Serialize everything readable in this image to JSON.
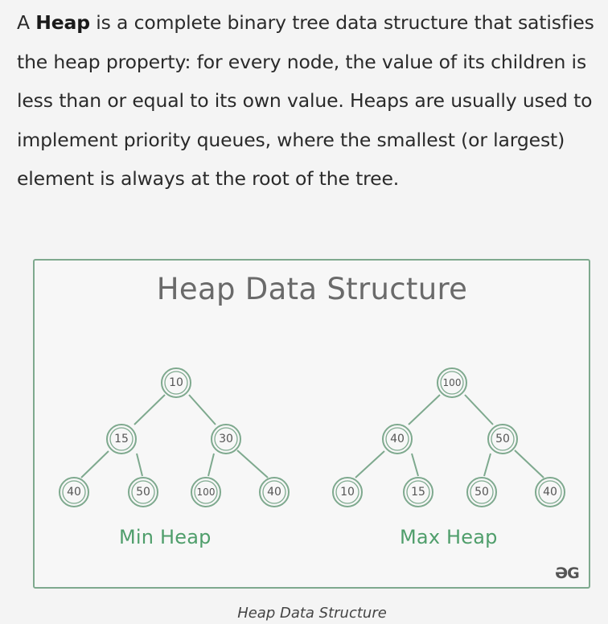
{
  "intro": {
    "part1": "A ",
    "bold": "Heap",
    "part2": " is a complete binary tree data structure that satisfies the heap property: for every node, the value of its children is less than or equal to its own value. Heaps are usually used to implement priority queues, where the smallest (or largest) element is always at the root of the tree."
  },
  "figure": {
    "title": "Heap Data Structure",
    "min_heap": {
      "label": "Min Heap",
      "root": "10",
      "level1": [
        "15",
        "30"
      ],
      "level2": [
        "40",
        "50",
        "100",
        "40"
      ]
    },
    "max_heap": {
      "label": "Max Heap",
      "root": "100",
      "level1": [
        "40",
        "50"
      ],
      "level2": [
        "10",
        "15",
        "50",
        "40"
      ]
    },
    "logo": "ƏG",
    "caption": "Heap Data Structure"
  },
  "colors": {
    "accent_green": "#7ea98e",
    "label_green": "#4f9e6b"
  }
}
